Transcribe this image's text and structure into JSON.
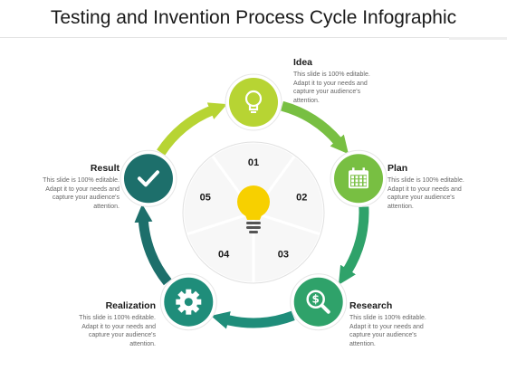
{
  "title": "Testing and Invention Process Cycle Infographic",
  "stages": [
    {
      "label": "Idea",
      "description": "This slide is 100% editable. Adapt it to your needs and capture your audience's attention.",
      "color": "#b7d433",
      "icon": "lightbulb-icon"
    },
    {
      "label": "Plan",
      "description": "This slide is 100% editable. Adapt it to your needs and capture your audience's attention.",
      "color": "#78bf42",
      "icon": "calendar-icon"
    },
    {
      "label": "Research",
      "description": "This slide is 100% editable. Adapt it to your needs and capture your audience's attention.",
      "color": "#2fa26a",
      "icon": "magnifier-dollar-icon"
    },
    {
      "label": "Realization",
      "description": "This slide is 100% editable. Adapt it to your needs and capture your audience's attention.",
      "color": "#1f8d7a",
      "icon": "gear-icon"
    },
    {
      "label": "Result",
      "description": "This slide is 100% editable. Adapt it to your needs and capture your audience's attention.",
      "color": "#1d6f6b",
      "icon": "checkmark-icon"
    }
  ],
  "segments": [
    "01",
    "02",
    "03",
    "04",
    "05"
  ],
  "colors": {
    "center_bulb": "#f7d000",
    "segment_fill": "#f7f7f7",
    "segment_divider": "#e0e0e0"
  }
}
